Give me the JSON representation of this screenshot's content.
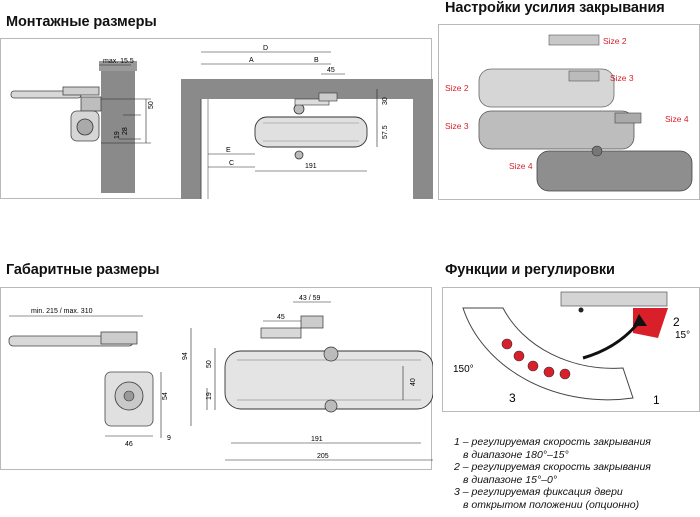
{
  "titles": {
    "mounting": "Монтажные размеры",
    "force": "Настройки усилия закрывания",
    "overall": "Габаритные размеры",
    "functions": "Функции и регулировки"
  },
  "mounting": {
    "side": {
      "max": "max. 15.5",
      "d50": "50",
      "d28": "28",
      "d19": "19"
    },
    "top": {
      "D": "D",
      "A": "A",
      "B": "B",
      "d45": "45",
      "d30": "30",
      "d575": "57.5",
      "E": "E",
      "C": "C",
      "d191": "191"
    }
  },
  "force": {
    "labels": [
      "Size 2",
      "Size 2",
      "Size 3",
      "Size 3",
      "Size 4",
      "Size 4"
    ]
  },
  "overall": {
    "side": {
      "minmax": "min. 215 / max. 310",
      "d54": "54",
      "d46": "46",
      "d9": "9"
    },
    "front": {
      "d4359": "43 / 59",
      "d45": "45",
      "d50": "50",
      "d94": "94",
      "d19": "19",
      "d40": "40",
      "d191": "191",
      "d205": "205"
    }
  },
  "functions": {
    "angles": {
      "a150": "150°",
      "a15": "15°"
    },
    "markers": {
      "m1": "1",
      "m2": "2",
      "m3": "3"
    },
    "legend": [
      "1 – регулируемая скорость закрывания",
      "в диапазоне 180°–15°",
      "2 – регулируемая скорость закрывания",
      "в диапазоне 15°–0°",
      "3 – регулируемая фиксация двери",
      "в открытом положении (опционно)"
    ],
    "colors": {
      "red": "#d9202a",
      "sector_fill": "#ffffff"
    }
  }
}
